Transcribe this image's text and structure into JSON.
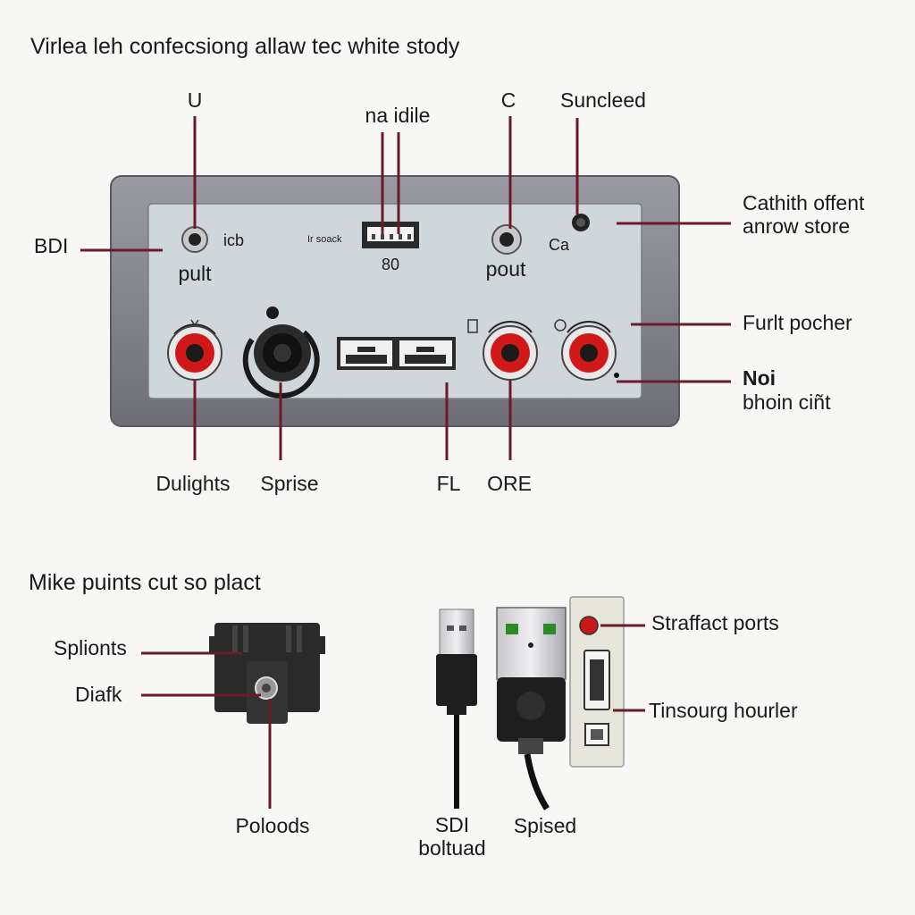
{
  "colors": {
    "background": "#f7f7f5",
    "leader_line": "#6b1a2a",
    "panel_frame": "#8a8a90",
    "panel_face": "#cfd7db",
    "jack_red": "#d01818",
    "usb_green": "#2a8a2a"
  },
  "heading_top": "Virlea leh confecsiong allaw tec white stody",
  "heading_bottom": "Mike puints cut so plact",
  "top_labels": {
    "u": "U",
    "na_idile": "na idile",
    "c": "C",
    "suncleed": "Suncleed"
  },
  "left_label": "BDI",
  "right_labels": {
    "cathith_line1": "Cathith offent",
    "cathith_line2": "anrow store",
    "furlt": "Furlt pocher",
    "noi": "Noi",
    "bhoin": "bhoin ciñt"
  },
  "panel_labels": {
    "icb": "icb",
    "pult": "pult",
    "small_text": "Ir soack",
    "num_80": "80",
    "pout": "pout",
    "ca": "Ca"
  },
  "bottom_labels": {
    "dulights": "Dulights",
    "sprise": "Sprise",
    "fl": "FL",
    "ore": "ORE"
  },
  "lower_labels": {
    "splionts": "Splionts",
    "diafk": "Diafk",
    "poloods": "Poloods",
    "sdi_line1": "SDI",
    "sdi_line2": "boltuad",
    "spised": "Spised",
    "straffact": "Straffact ports",
    "tinsourg": "Tinsourg hourler"
  }
}
